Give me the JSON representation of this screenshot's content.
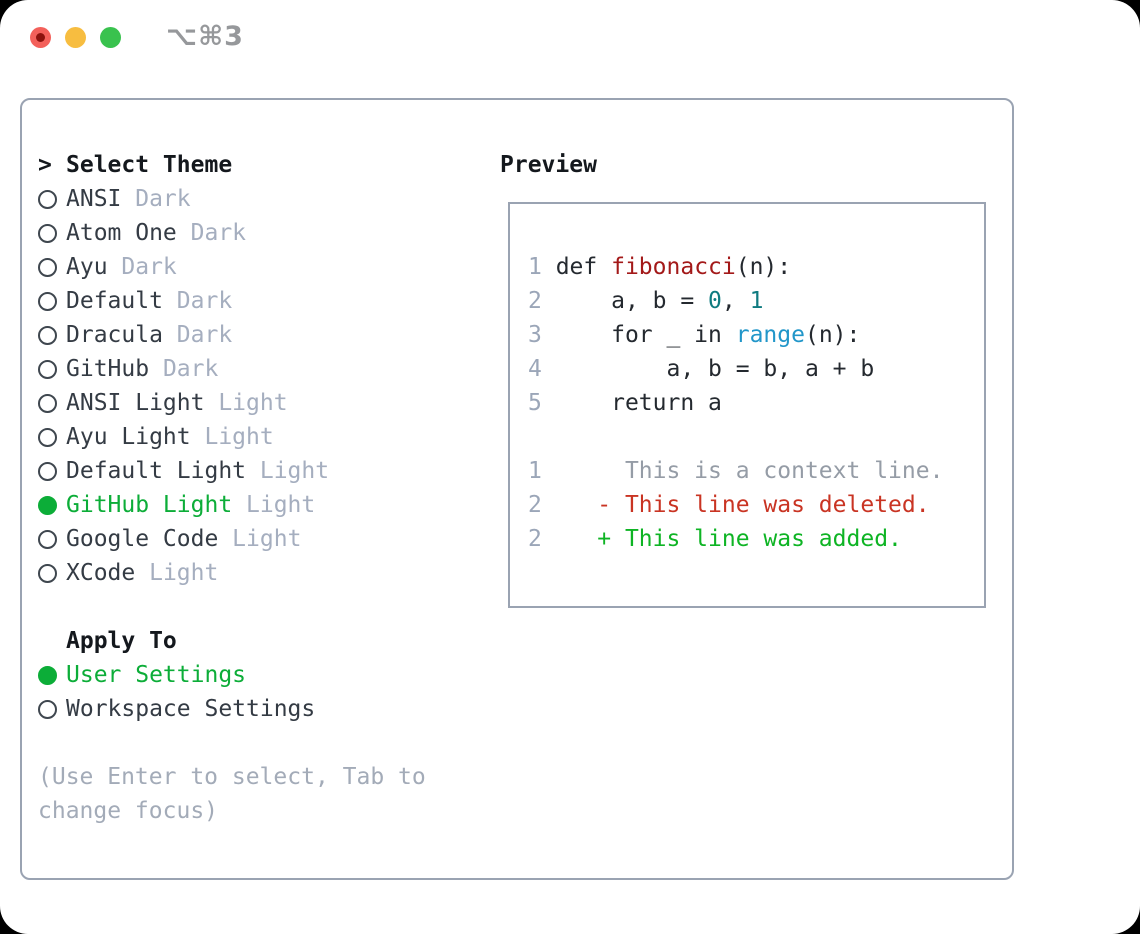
{
  "titlebar": {
    "shortcut": "⌥⌘3"
  },
  "theme_picker": {
    "cursor": ">",
    "title": "Select Theme",
    "items": [
      {
        "label": "ANSI",
        "badge": "Dark",
        "selected": false
      },
      {
        "label": "Atom One",
        "badge": "Dark",
        "selected": false
      },
      {
        "label": "Ayu",
        "badge": "Dark",
        "selected": false
      },
      {
        "label": "Default",
        "badge": "Dark",
        "selected": false
      },
      {
        "label": "Dracula",
        "badge": "Dark",
        "selected": false
      },
      {
        "label": "GitHub",
        "badge": "Dark",
        "selected": false
      },
      {
        "label": "ANSI Light",
        "badge": "Light",
        "selected": false
      },
      {
        "label": "Ayu Light",
        "badge": "Light",
        "selected": false
      },
      {
        "label": "Default Light",
        "badge": "Light",
        "selected": false
      },
      {
        "label": "GitHub Light",
        "badge": "Light",
        "selected": true
      },
      {
        "label": "Google Code",
        "badge": "Light",
        "selected": false
      },
      {
        "label": "XCode",
        "badge": "Light",
        "selected": false
      }
    ],
    "apply_to": {
      "title": "Apply To",
      "options": [
        {
          "label": "User Settings",
          "selected": true
        },
        {
          "label": "Workspace Settings",
          "selected": false
        }
      ]
    },
    "hint_lines": [
      "(Use Enter to select, Tab to",
      "change focus)"
    ]
  },
  "preview": {
    "title": "Preview",
    "lines": [
      {
        "segments": [
          {
            "t": "1",
            "c": "ln"
          },
          {
            "t": " def ",
            "c": "t"
          },
          {
            "t": "fibonacci",
            "c": "fn"
          },
          {
            "t": "(n):",
            "c": "t"
          }
        ]
      },
      {
        "segments": [
          {
            "t": "2",
            "c": "ln"
          },
          {
            "t": "     a, b = ",
            "c": "t"
          },
          {
            "t": "0",
            "c": "nm"
          },
          {
            "t": ", ",
            "c": "t"
          },
          {
            "t": "1",
            "c": "nm"
          }
        ]
      },
      {
        "segments": [
          {
            "t": "3",
            "c": "ln"
          },
          {
            "t": "     for _ in ",
            "c": "t"
          },
          {
            "t": "range",
            "c": "bi"
          },
          {
            "t": "(n):",
            "c": "t"
          }
        ]
      },
      {
        "segments": [
          {
            "t": "4",
            "c": "ln"
          },
          {
            "t": "         a, b = b, a + b",
            "c": "t"
          }
        ]
      },
      {
        "segments": [
          {
            "t": "5",
            "c": "ln"
          },
          {
            "t": "     return a",
            "c": "t"
          }
        ]
      },
      {
        "segments": []
      },
      {
        "segments": [
          {
            "t": "1",
            "c": "ln"
          },
          {
            "t": "      This is a context line.",
            "c": "cx"
          }
        ]
      },
      {
        "segments": [
          {
            "t": "2",
            "c": "ln"
          },
          {
            "t": "    ",
            "c": "t"
          },
          {
            "t": "- This line was deleted.",
            "c": "dl"
          }
        ]
      },
      {
        "segments": [
          {
            "t": "2",
            "c": "ln"
          },
          {
            "t": "    ",
            "c": "t"
          },
          {
            "t": "+ This line was added.",
            "c": "ad"
          }
        ]
      }
    ]
  },
  "colors": {
    "selected-green": "#0cad38",
    "added-green": "#0eb424",
    "deleted-red": "#c93423",
    "function-red": "#a31919",
    "number-teal": "#0f7b80",
    "builtin-blue": "#2196c9",
    "panel-border": "#9aa3b2",
    "muted-gray": "#a5aebf",
    "traffic-red": "#f3605a",
    "traffic-yellow": "#f7bd40",
    "traffic-green": "#39c24e"
  }
}
